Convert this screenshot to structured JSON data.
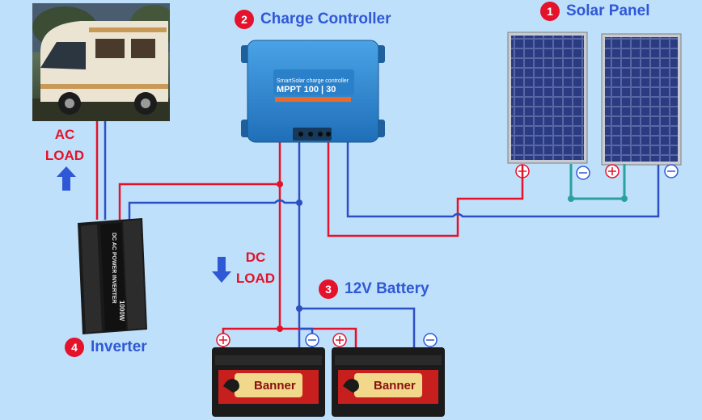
{
  "callouts": {
    "solar": {
      "number": "1",
      "label": "Solar Panel"
    },
    "controller": {
      "number": "2",
      "label": "Charge Controller"
    },
    "battery": {
      "number": "3",
      "label": "12V Battery"
    },
    "inverter": {
      "number": "4",
      "label": "Inverter"
    }
  },
  "loads": {
    "ac": {
      "line1": "AC",
      "line2": "LOAD"
    },
    "dc": {
      "line1": "DC",
      "line2": "LOAD"
    }
  },
  "controller": {
    "model_line": "SmartSolar charge controller",
    "model_name": "MPPT 100 | 30"
  },
  "inverter": {
    "brand_line": "DC AC POWER INVERTER",
    "rating": "1000W"
  },
  "batteries": {
    "brand": "Banner"
  },
  "colors": {
    "positive_wire": "#e4122a",
    "negative_wire": "#2d4fc4",
    "series_link": "#2aa19a",
    "label_text": "#2f58d6",
    "badge": "#e4122a",
    "background": "#bfe0fb"
  },
  "icons": [
    "up-arrow-icon",
    "down-arrow-icon"
  ]
}
